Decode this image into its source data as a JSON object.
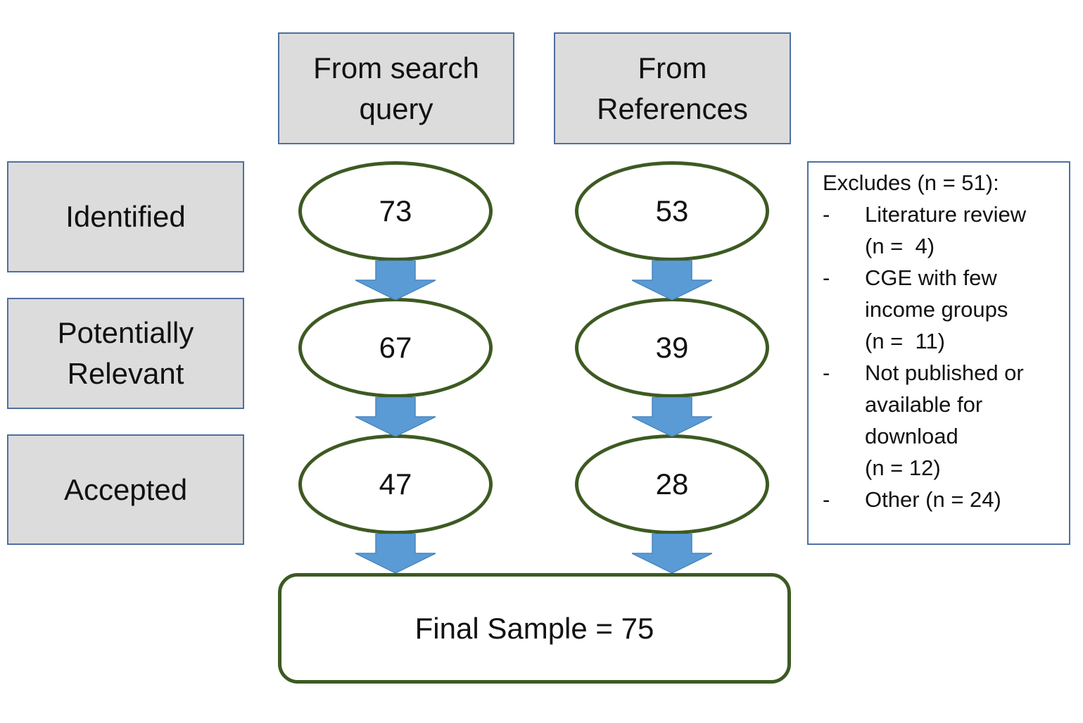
{
  "columns": {
    "search": {
      "header": "From search\nquery",
      "identified": "73",
      "relevant": "67",
      "accepted": "47"
    },
    "references": {
      "header": "From\nReferences",
      "identified": "53",
      "relevant": "39",
      "accepted": "28"
    }
  },
  "stages": {
    "identified": "Identified",
    "relevant": "Potentially\nRelevant",
    "accepted": "Accepted"
  },
  "final_sample": "Final Sample = 75",
  "excludes": {
    "title": "Excludes (n = 51):",
    "items": [
      {
        "bullet": "-",
        "text": "Literature review\n(n =  4)"
      },
      {
        "bullet": "-",
        "text": "CGE with few\nincome groups\n(n =  11)"
      },
      {
        "bullet": "-",
        "text": "Not published or\navailable for\ndownload\n(n = 12)"
      },
      {
        "bullet": "-",
        "text": "Other (n = 24)"
      }
    ]
  },
  "colors": {
    "box_fill": "#dcdcdc",
    "box_border": "#4f6fa0",
    "oval_border": "#3d5a22",
    "arrow": "#5b9bd5"
  }
}
